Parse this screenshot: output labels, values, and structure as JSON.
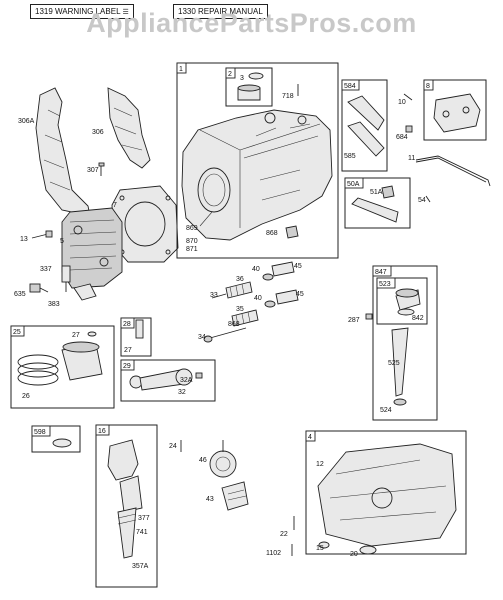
{
  "header": {
    "warning_label": "1319 WARNING LABEL",
    "repair_manual": "1330 REPAIR MANUAL",
    "watermark": "AppliancePartsPros.com"
  },
  "groups": {
    "g1": "1",
    "g2": "2",
    "g584": "584",
    "g8": "8",
    "g50a": "50A",
    "g847": "847",
    "g523": "523",
    "g25": "25",
    "g28": "28",
    "g29": "29",
    "g598": "598",
    "g16": "16",
    "g4": "4"
  },
  "callouts": {
    "c306a": "306A",
    "c306": "306",
    "c307": "307",
    "c7": "7",
    "c13": "13",
    "c5": "5",
    "c337": "337",
    "c635": "635",
    "c383": "383",
    "c3": "3",
    "c718": "718",
    "c869": "869",
    "c870": "870",
    "c871": "871",
    "c868g": "868",
    "c585": "585",
    "c10": "10",
    "c684": "684",
    "c11": "11",
    "c51a": "51A",
    "c54": "54",
    "c36": "36",
    "c40a": "40",
    "c45a": "45",
    "c33": "33",
    "c40b": "40",
    "c45b": "45",
    "c35": "35",
    "c868": "868",
    "c34": "34",
    "c287": "287",
    "c842": "842",
    "c525": "525",
    "c524": "524",
    "c27": "27",
    "c26": "26",
    "c27b": "27",
    "c32a": "32A",
    "c32": "32",
    "c24": "24",
    "c46": "46",
    "c43": "43",
    "c377": "377",
    "c741": "741",
    "c357a": "357A",
    "c12": "12",
    "c22": "22",
    "c1102": "1102",
    "c15": "15",
    "c20": "20"
  }
}
